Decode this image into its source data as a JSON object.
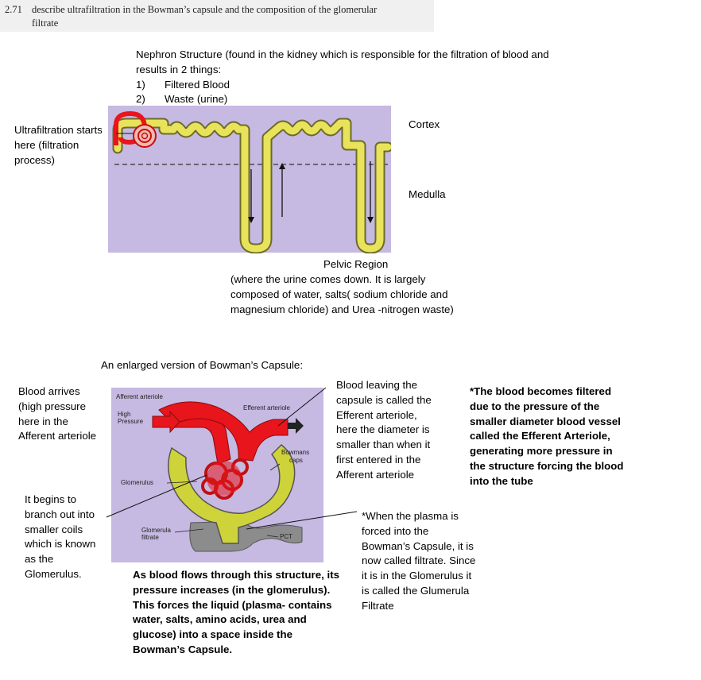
{
  "header": {
    "number": "2.71",
    "line1": "describe ultrafiltration in the Bowman’s capsule and the composition of the glomerular",
    "line2": "filtrate"
  },
  "nephron": {
    "intro_line1": "Nephron Structure (found in the kidney which is responsible for the filtration of blood and",
    "intro_line2": "results in 2 things:",
    "items": [
      {
        "num": "1)",
        "text": "Filtered Blood"
      },
      {
        "num": "2)",
        "text": "Waste (urine)"
      }
    ],
    "ultra_line1": "Ultrafiltration starts",
    "ultra_line2": "here (filtration",
    "ultra_line3": "process)",
    "cortex": "Cortex",
    "medulla": "Medulla",
    "pelvic_title": "Pelvic Region",
    "pelvic_line1": "(where the urine comes down.  It is largely",
    "pelvic_line2": "composed of water, salts( sodium chloride and",
    "pelvic_line3": "magnesium chloride) and Urea -nitrogen waste)"
  },
  "capsule": {
    "heading": "An enlarged version of Bowman’s Capsule:",
    "blood_arrives": [
      "Blood arrives",
      "(high pressure",
      "here in the",
      "Afferent arteriole"
    ],
    "blood_leaving": [
      "Blood leaving the",
      "capsule is called the",
      "Efferent arteriole,",
      "here the diameter is",
      "smaller than when it",
      "first entered in the",
      "Afferent arteriole"
    ],
    "bold_right": [
      "*The blood becomes filtered",
      "due to the pressure of the",
      "smaller diameter blood vessel",
      "called the Efferent Arteriole,",
      "generating more pressure in",
      "the structure forcing the blood",
      "into the tube"
    ],
    "branch": [
      "It begins to",
      "branch out into",
      "smaller coils",
      "which is known",
      "as the",
      "Glomerulus."
    ],
    "plasma": [
      "*When the plasma is",
      "forced into the",
      "Bowman’s Capsule, it is",
      "now called filtrate. Since",
      "it is in the Glomerulus it",
      "is called the Glumerula",
      "Filtrate"
    ],
    "bold_bottom": [
      "As blood flows through this structure, its",
      "pressure increases (in the glomerulus).",
      "This forces the liquid (plasma-  contains",
      "water, salts, amino acids, urea and",
      "glucose) into a space inside the",
      "Bowman’s Capsule."
    ],
    "diagram_labels": {
      "afferent": "Afferent arteriole",
      "efferent": "Efferent arteriole",
      "high": "High",
      "pressure": "Pressure",
      "bowmans": "Bowmans",
      "caps": "caps",
      "glomerulus": "Glomerulus",
      "glomerula": "Glomerula",
      "filtrate": "filtrate",
      "pct": "PCT"
    }
  }
}
